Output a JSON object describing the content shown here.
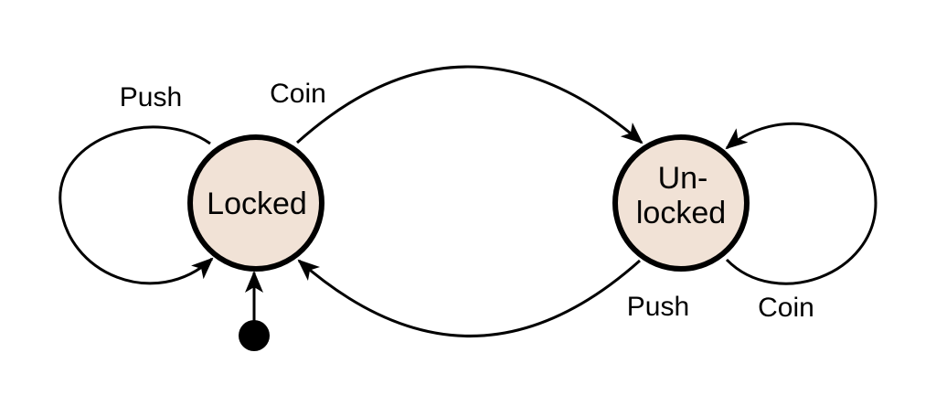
{
  "diagram": {
    "type": "finite-state-machine",
    "colors": {
      "state_fill": "#f1e2d6",
      "stroke": "#000000",
      "background": "#ffffff"
    },
    "states": {
      "locked": {
        "label": "Locked",
        "initial": true
      },
      "unlocked": {
        "label_line1": "Un-",
        "label_line2": "locked",
        "initial": false
      }
    },
    "transitions": {
      "locked_push": {
        "from": "Locked",
        "to": "Locked",
        "label": "Push"
      },
      "locked_coin": {
        "from": "Locked",
        "to": "Unlocked",
        "label": "Coin"
      },
      "unlocked_push": {
        "from": "Unlocked",
        "to": "Locked",
        "label": "Push"
      },
      "unlocked_coin": {
        "from": "Unlocked",
        "to": "Unlocked",
        "label": "Coin"
      }
    }
  }
}
